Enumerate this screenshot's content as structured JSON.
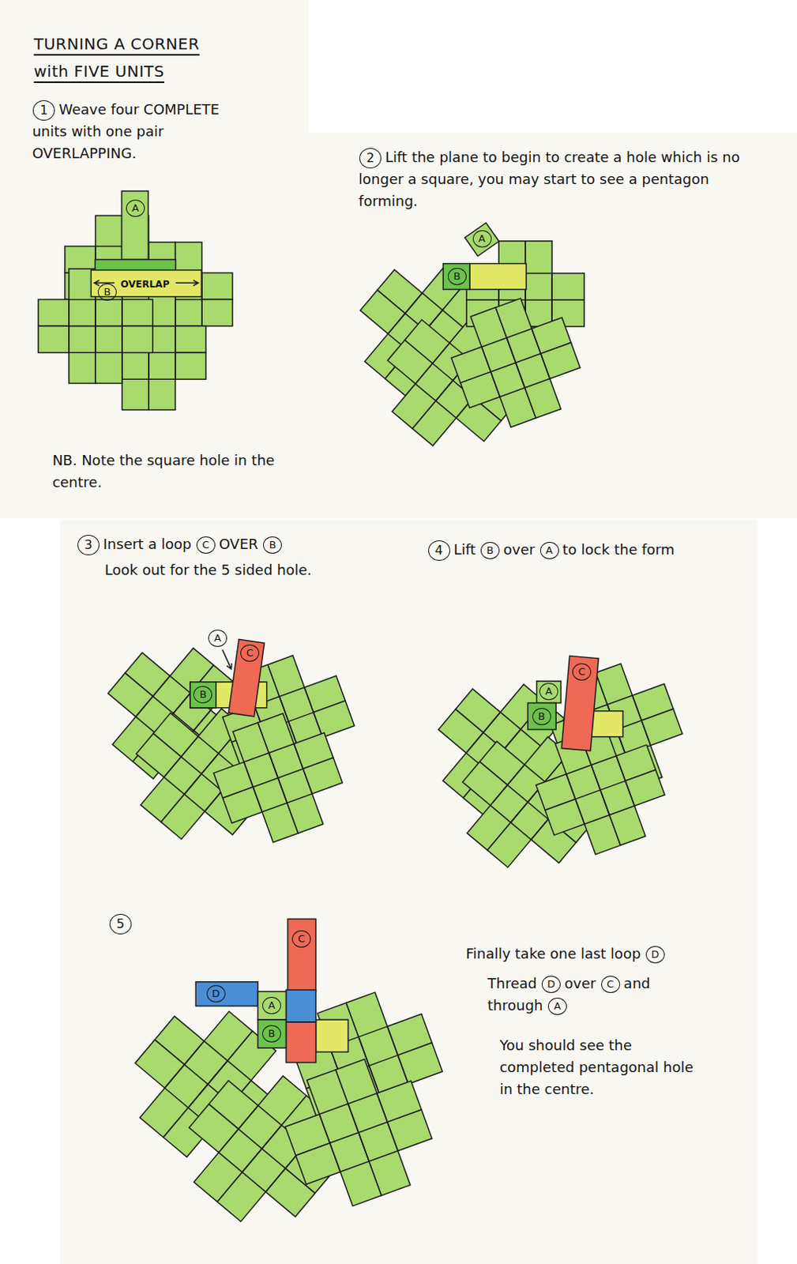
{
  "diagram": {
    "title": "TURNING A CORNER with FIVE UNITS",
    "labels": [
      "1",
      "Weave four COMPLETE units with one pair OVERLAPPING.",
      "A",
      "OVERLAP",
      "B",
      "NB. Note the square hole in the centre.",
      "2",
      "Lift the plane to begin to create a hole which is no longer a square, you may start to see a pentagon forming.",
      "A",
      "B",
      "3",
      "Insert a loop",
      "C",
      "OVER",
      "B",
      "Look out for the 5 sided hole.",
      "A",
      "C",
      "B",
      "4",
      "Lift",
      "B",
      "over",
      "A",
      "to lock the form",
      "C",
      "A",
      "B",
      "5",
      "Finally take one last loop",
      "D",
      "Thread",
      "D",
      "over",
      "C",
      "and through",
      "A",
      "You should see the completed pentagonal hole in the centre.",
      "C",
      "D",
      "A",
      "B"
    ]
  }
}
